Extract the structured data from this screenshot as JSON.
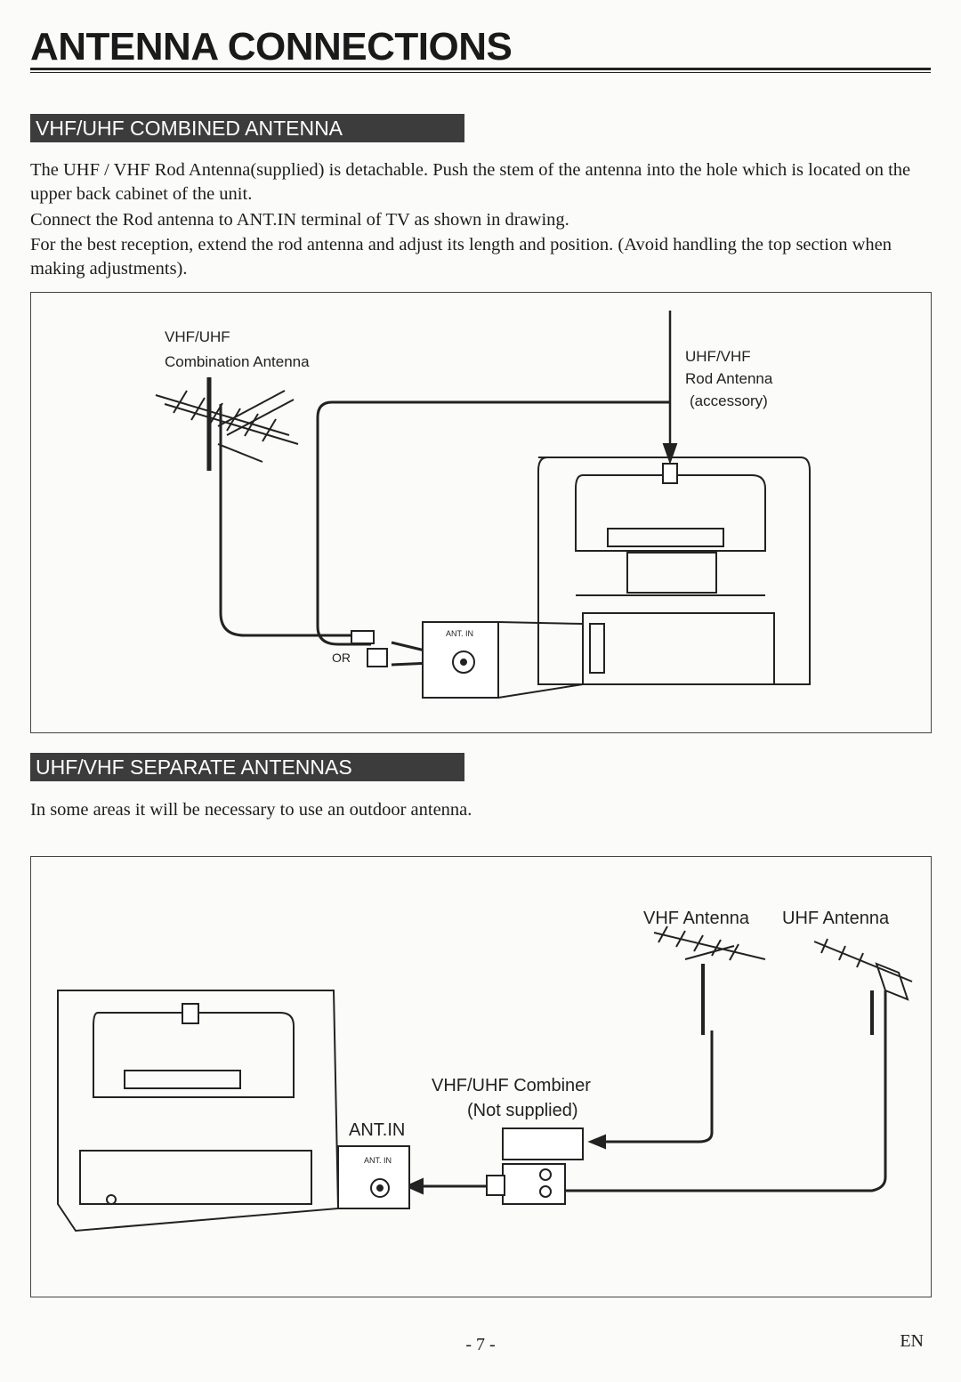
{
  "page": {
    "title": "ANTENNA CONNECTIONS",
    "page_number": "- 7 -",
    "language": "EN"
  },
  "section1": {
    "heading": "VHF/UHF COMBINED ANTENNA",
    "paragraphs": [
      "The UHF / VHF Rod Antenna(supplied) is detachable. Push the stem of the antenna into the hole which is located on the upper back cabinet of the unit.",
      "Connect the Rod antenna to ANT.IN terminal of TV as shown in drawing.",
      "For the best reception, extend the rod antenna and adjust its length and position. (Avoid handling the top section when making adjustments)."
    ],
    "diagram": {
      "combo_antenna_line1": "VHF/UHF",
      "combo_antenna_line2": "Combination Antenna",
      "rod_antenna_line1": "UHF/VHF",
      "rod_antenna_line2": "Rod Antenna",
      "rod_antenna_line3": "(accessory)",
      "or_label": "OR",
      "ant_in_small": "ANT. IN"
    }
  },
  "section2": {
    "heading": "UHF/VHF SEPARATE ANTENNAS",
    "paragraph": "In some areas it will be necessary to use an outdoor antenna.",
    "diagram": {
      "vhf_antenna": "VHF Antenna",
      "uhf_antenna": "UHF Antenna",
      "combiner_line1": "VHF/UHF Combiner",
      "combiner_line2": "(Not supplied)",
      "ant_in_large": "ANT.IN",
      "ant_in_small": "ANT. IN"
    }
  }
}
